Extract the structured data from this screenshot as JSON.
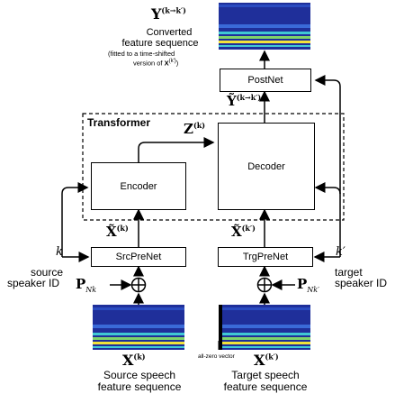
{
  "blocks": {
    "postnet": "PostNet",
    "transformer": "Transformer",
    "decoder": "Decoder",
    "encoder": "Encoder",
    "src_prenet": "SrcPreNet",
    "trg_prenet": "TrgPreNet"
  },
  "labels": {
    "output_title": "Converted",
    "output_sub": "feature sequence",
    "output_note1": "(fitted to a time-shifted",
    "output_note2": "version of",
    "source_id1": "source",
    "source_id2": "speaker ID",
    "target_id1": "target",
    "target_id2": "speaker ID",
    "src_seq1": "Source speech",
    "src_seq2": "feature sequence",
    "trg_seq1": "Target speech",
    "trg_seq2": "feature sequence",
    "zero_vector": "all-zero vector"
  },
  "math": {
    "Y_out": "Y",
    "Y_out_sup": "(k→k′)",
    "Y_tilde": "Ỹ",
    "Y_tilde_sup": "(k→k′)",
    "Z": "Z",
    "Z_sup": "(k)",
    "X_tilde_src": "X̃",
    "X_tilde_src_sup": "(k)",
    "X_tilde_trg": "X̃",
    "X_tilde_trg_sup": "(k′)",
    "X_src": "X",
    "X_src_sup": "(k)",
    "X_trg": "X",
    "X_trg_sup": "(k′)",
    "P_src": "P",
    "P_src_sub": "Nk",
    "P_trg": "P",
    "P_trg_sub": "Nk′",
    "k": "k",
    "k_prime": "k′",
    "note_X": "X",
    "note_X_sup": "(k′)"
  },
  "colors": {
    "spectrogram_bg": "#1f2f9a",
    "spectrogram_band_cyan": "#3fc9d4",
    "spectrogram_band_yellow": "#f2e23a",
    "spectrogram_band_green": "#7fd46a"
  }
}
